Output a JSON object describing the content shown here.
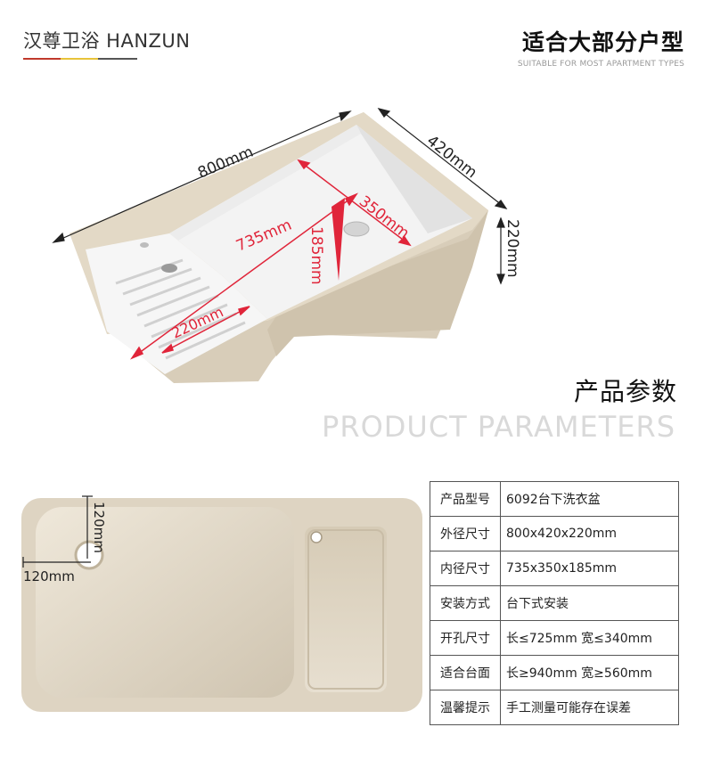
{
  "header": {
    "brand": "汉尊卫浴 HANZUN",
    "title": "适合大部分户型",
    "subtitle": "SUITABLE FOR MOST APARTMENT TYPES",
    "brand_line_colors": [
      "#c0392b",
      "#e8c33a",
      "#555555"
    ]
  },
  "dimensions_top": {
    "length": "800mm",
    "width": "420mm",
    "height": "220mm",
    "inner_length": "735mm",
    "inner_width": "350mm",
    "inner_depth": "185mm",
    "washboard": "220mm"
  },
  "section2": {
    "title": "产品参数",
    "subtitle": "PRODUCT PARAMETERS"
  },
  "dimensions_bottom": {
    "hole_vertical": "120mm",
    "hole_horizontal": "120mm"
  },
  "params": [
    {
      "label": "产品型号",
      "value": "6092台下洗衣盆"
    },
    {
      "label": "外径尺寸",
      "value": "800x420x220mm"
    },
    {
      "label": "内径尺寸",
      "value": "735x350x185mm"
    },
    {
      "label": "安装方式",
      "value": "台下式安装"
    },
    {
      "label": "开孔尺寸",
      "value": "长≤725mm 宽≤340mm"
    },
    {
      "label": "适合台面",
      "value": "长≥940mm 宽≥560mm"
    },
    {
      "label": "温馨提示",
      "value": "手工测量可能存在误差"
    }
  ],
  "colors": {
    "accent_red": "#e0253a",
    "sink_beige": "#d9cfbe",
    "sink_white": "#f4f4f4"
  }
}
